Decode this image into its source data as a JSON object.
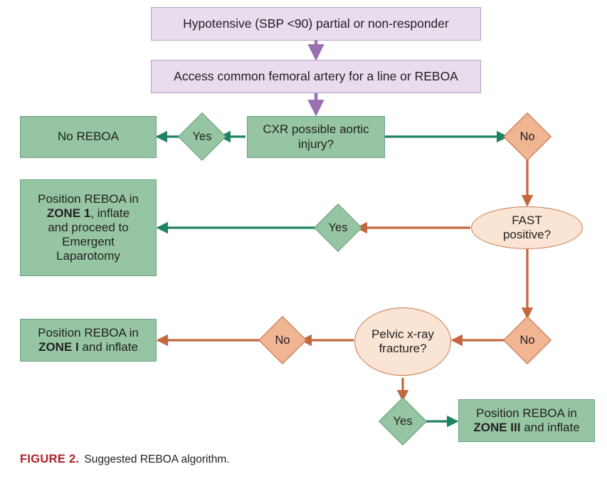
{
  "figure": {
    "label": "FIGURE 2.",
    "caption": "Suggested REBOA algorithm."
  },
  "colors": {
    "process_fill": "#e8dcee",
    "process_stroke": "#b79fc4",
    "action_fill": "#96c5a4",
    "action_stroke": "#6aa37f",
    "decision_salmon_fill": "#f0b593",
    "decision_salmon_stroke": "#c4663b",
    "ellipse_fill": "#fae4d3",
    "ellipse_stroke": "#cb7a4d",
    "arrow_green": "#1f8265",
    "arrow_orange": "#c4673f",
    "arrow_purple": "#9b6fb0",
    "caption_label": "#b01e28",
    "text": "#231f20"
  },
  "nodes": {
    "start": {
      "text": "Hypotensive (SBP <90) partial or non-responder"
    },
    "access": {
      "text": "Access common femoral artery for a line or REBOA"
    },
    "cxr": {
      "line1": "CXR possible aortic",
      "line2": "injury?"
    },
    "no_reboa": {
      "text": "No REBOA"
    },
    "zone1": {
      "line1": "Position REBOA in",
      "bold": "ZONE 1",
      "line2_rest": ", inflate",
      "line3": "and proceed to",
      "line4": "Emergent",
      "line5": "Laparotomy"
    },
    "fast": {
      "line1": "FAST",
      "line2": "positive?"
    },
    "zone_i": {
      "line1": "Position REBOA in",
      "bold": "ZONE I",
      "line2_rest": " and inflate"
    },
    "pelvic": {
      "line1": "Pelvic x-ray",
      "line2": "fracture?"
    },
    "zone3": {
      "line1": "Position REBOA in",
      "bold": "ZONE III",
      "line2_rest": " and inflate"
    }
  },
  "decisions": {
    "cxr_yes": {
      "label": "Yes"
    },
    "cxr_no": {
      "label": "No"
    },
    "fast_yes": {
      "label": "Yes"
    },
    "fast_no": {
      "label": "No"
    },
    "pelvic_no": {
      "label": "No"
    },
    "pelvic_yes": {
      "label": "Yes"
    }
  }
}
